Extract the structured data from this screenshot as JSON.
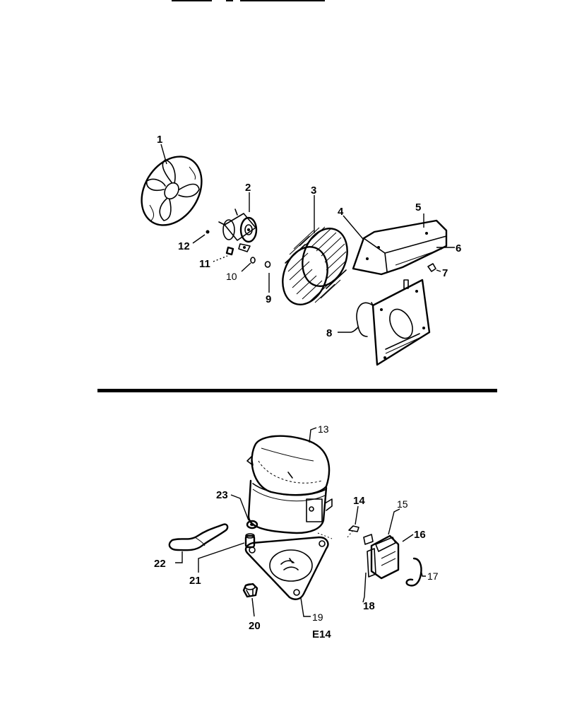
{
  "figure_code": "E14",
  "parts": [
    {
      "id": "1",
      "label": "1"
    },
    {
      "id": "2",
      "label": "2"
    },
    {
      "id": "3",
      "label": "3"
    },
    {
      "id": "4",
      "label": "4"
    },
    {
      "id": "5",
      "label": "5"
    },
    {
      "id": "6",
      "label": "6"
    },
    {
      "id": "7",
      "label": "7"
    },
    {
      "id": "8",
      "label": "8"
    },
    {
      "id": "9",
      "label": "9"
    },
    {
      "id": "10",
      "label": "10"
    },
    {
      "id": "11",
      "label": "11"
    },
    {
      "id": "12",
      "label": "12"
    },
    {
      "id": "13",
      "label": "13"
    },
    {
      "id": "14",
      "label": "14"
    },
    {
      "id": "15",
      "label": "15"
    },
    {
      "id": "16",
      "label": "16"
    },
    {
      "id": "17",
      "label": "17"
    },
    {
      "id": "18",
      "label": "18"
    },
    {
      "id": "19",
      "label": "19"
    },
    {
      "id": "20",
      "label": "20"
    },
    {
      "id": "21",
      "label": "21"
    },
    {
      "id": "22",
      "label": "22"
    },
    {
      "id": "23",
      "label": "23"
    }
  ]
}
